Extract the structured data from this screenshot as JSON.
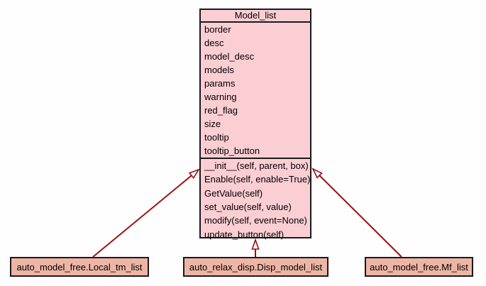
{
  "diagram": {
    "type": "uml-class-inheritance",
    "class_box": {
      "title": "Model_list",
      "attributes": [
        "border",
        "desc",
        "model_desc",
        "models",
        "params",
        "warning",
        "red_flag",
        "size",
        "tooltip",
        "tooltip_button"
      ],
      "methods": [
        "__init__(self, parent, box)",
        "Enable(self, enable=True)",
        "GetValue(self)",
        "set_value(self, value)",
        "modify(self, event=None)",
        "update_button(self)"
      ]
    },
    "subclasses": [
      {
        "label": "auto_model_free.Local_tm_list"
      },
      {
        "label": "auto_relax_disp.Disp_model_list"
      },
      {
        "label": "auto_model_free.Mf_list"
      }
    ],
    "relation": "inherits-from"
  },
  "colors": {
    "background": "#fefefe",
    "class_fill": "#fbced3",
    "subclass_fill": "#edb5a5",
    "border": "#1a1a1a",
    "arrow": "#9b1010",
    "text": "#000000"
  }
}
